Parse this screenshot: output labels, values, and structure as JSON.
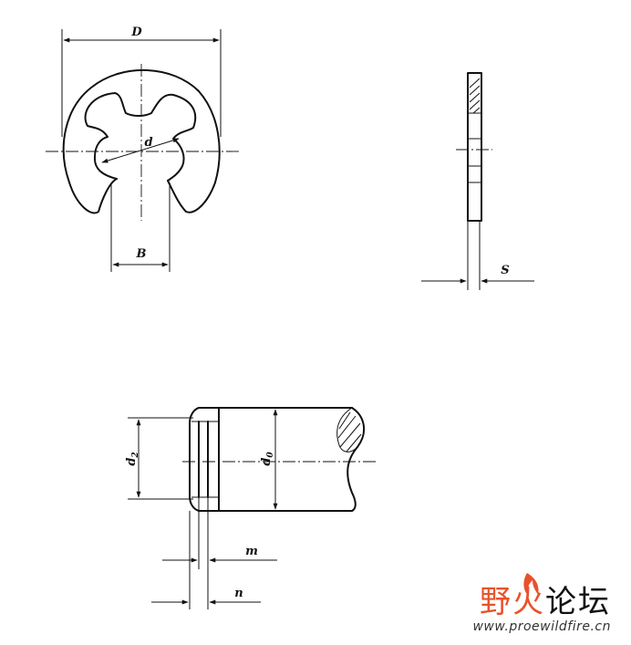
{
  "labels": {
    "D": "D",
    "d": "d",
    "B": "B",
    "S": "S",
    "d2": "d",
    "d2_sub": "2",
    "d0": "d",
    "d0_sub": "0",
    "m": "m",
    "n": "n"
  },
  "watermark": {
    "part1": "野火",
    "part2": "论坛",
    "url": "www.proewildfire.cn"
  },
  "colors": {
    "line": "#111111",
    "watermark_accent": "#e8522a"
  }
}
